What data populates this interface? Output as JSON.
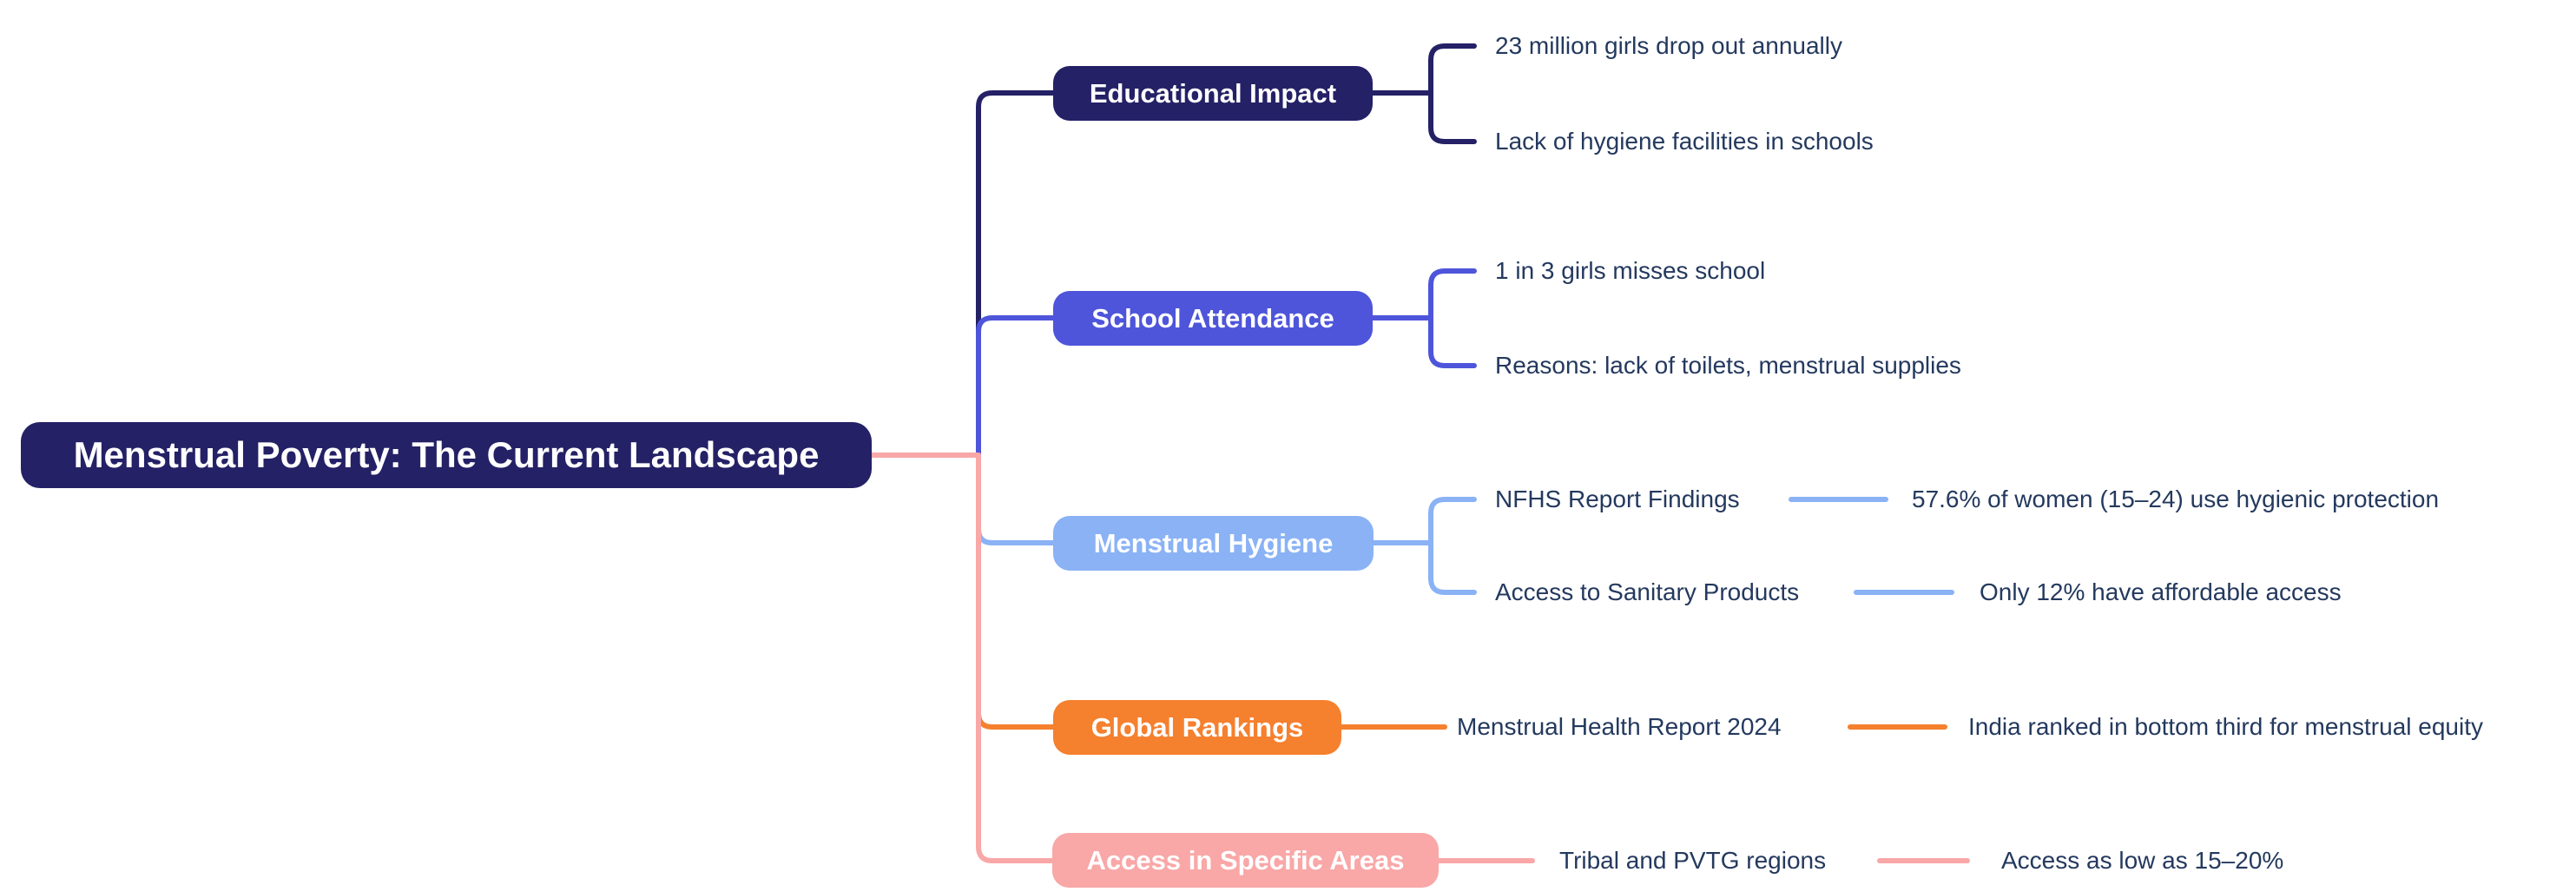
{
  "title": "Menstrual Poverty: The Current Landscape",
  "colors": {
    "background": "#ffffff",
    "node_text": "#ffffff",
    "leaf_text": "#24395e",
    "navy": "#242166",
    "indigo": "#4e55da",
    "lightblue": "#8ab2f5",
    "orange": "#f5802e",
    "pink": "#f9a7a7"
  },
  "mindmap": {
    "root": {
      "label": "Menstrual Poverty: The Current Landscape",
      "color": "#242166"
    },
    "branches": [
      {
        "label": "Educational Impact",
        "color": "#242166",
        "children": [
          {
            "label": "23 million girls drop out annually"
          },
          {
            "label": "Lack of hygiene facilities in schools"
          }
        ]
      },
      {
        "label": "School Attendance",
        "color": "#4e55da",
        "children": [
          {
            "label": "1 in 3 girls misses school"
          },
          {
            "label": "Reasons: lack of toilets, menstrual supplies"
          }
        ]
      },
      {
        "label": "Menstrual Hygiene",
        "color": "#8ab2f5",
        "children": [
          {
            "label": "NFHS Report Findings",
            "children": [
              {
                "label": "57.6% of women (15–24) use hygienic protection"
              }
            ]
          },
          {
            "label": "Access to Sanitary Products",
            "children": [
              {
                "label": "Only 12% have affordable access"
              }
            ]
          }
        ]
      },
      {
        "label": "Global Rankings",
        "color": "#f5802e",
        "children": [
          {
            "label": "Menstrual Health Report 2024",
            "children": [
              {
                "label": "India ranked in bottom third for menstrual equity"
              }
            ]
          }
        ]
      },
      {
        "label": "Access in Specific Areas",
        "color": "#f9a7a7",
        "children": [
          {
            "label": "Tribal and PVTG regions",
            "children": [
              {
                "label": "Access as low as 15–20%"
              }
            ]
          }
        ]
      }
    ]
  }
}
